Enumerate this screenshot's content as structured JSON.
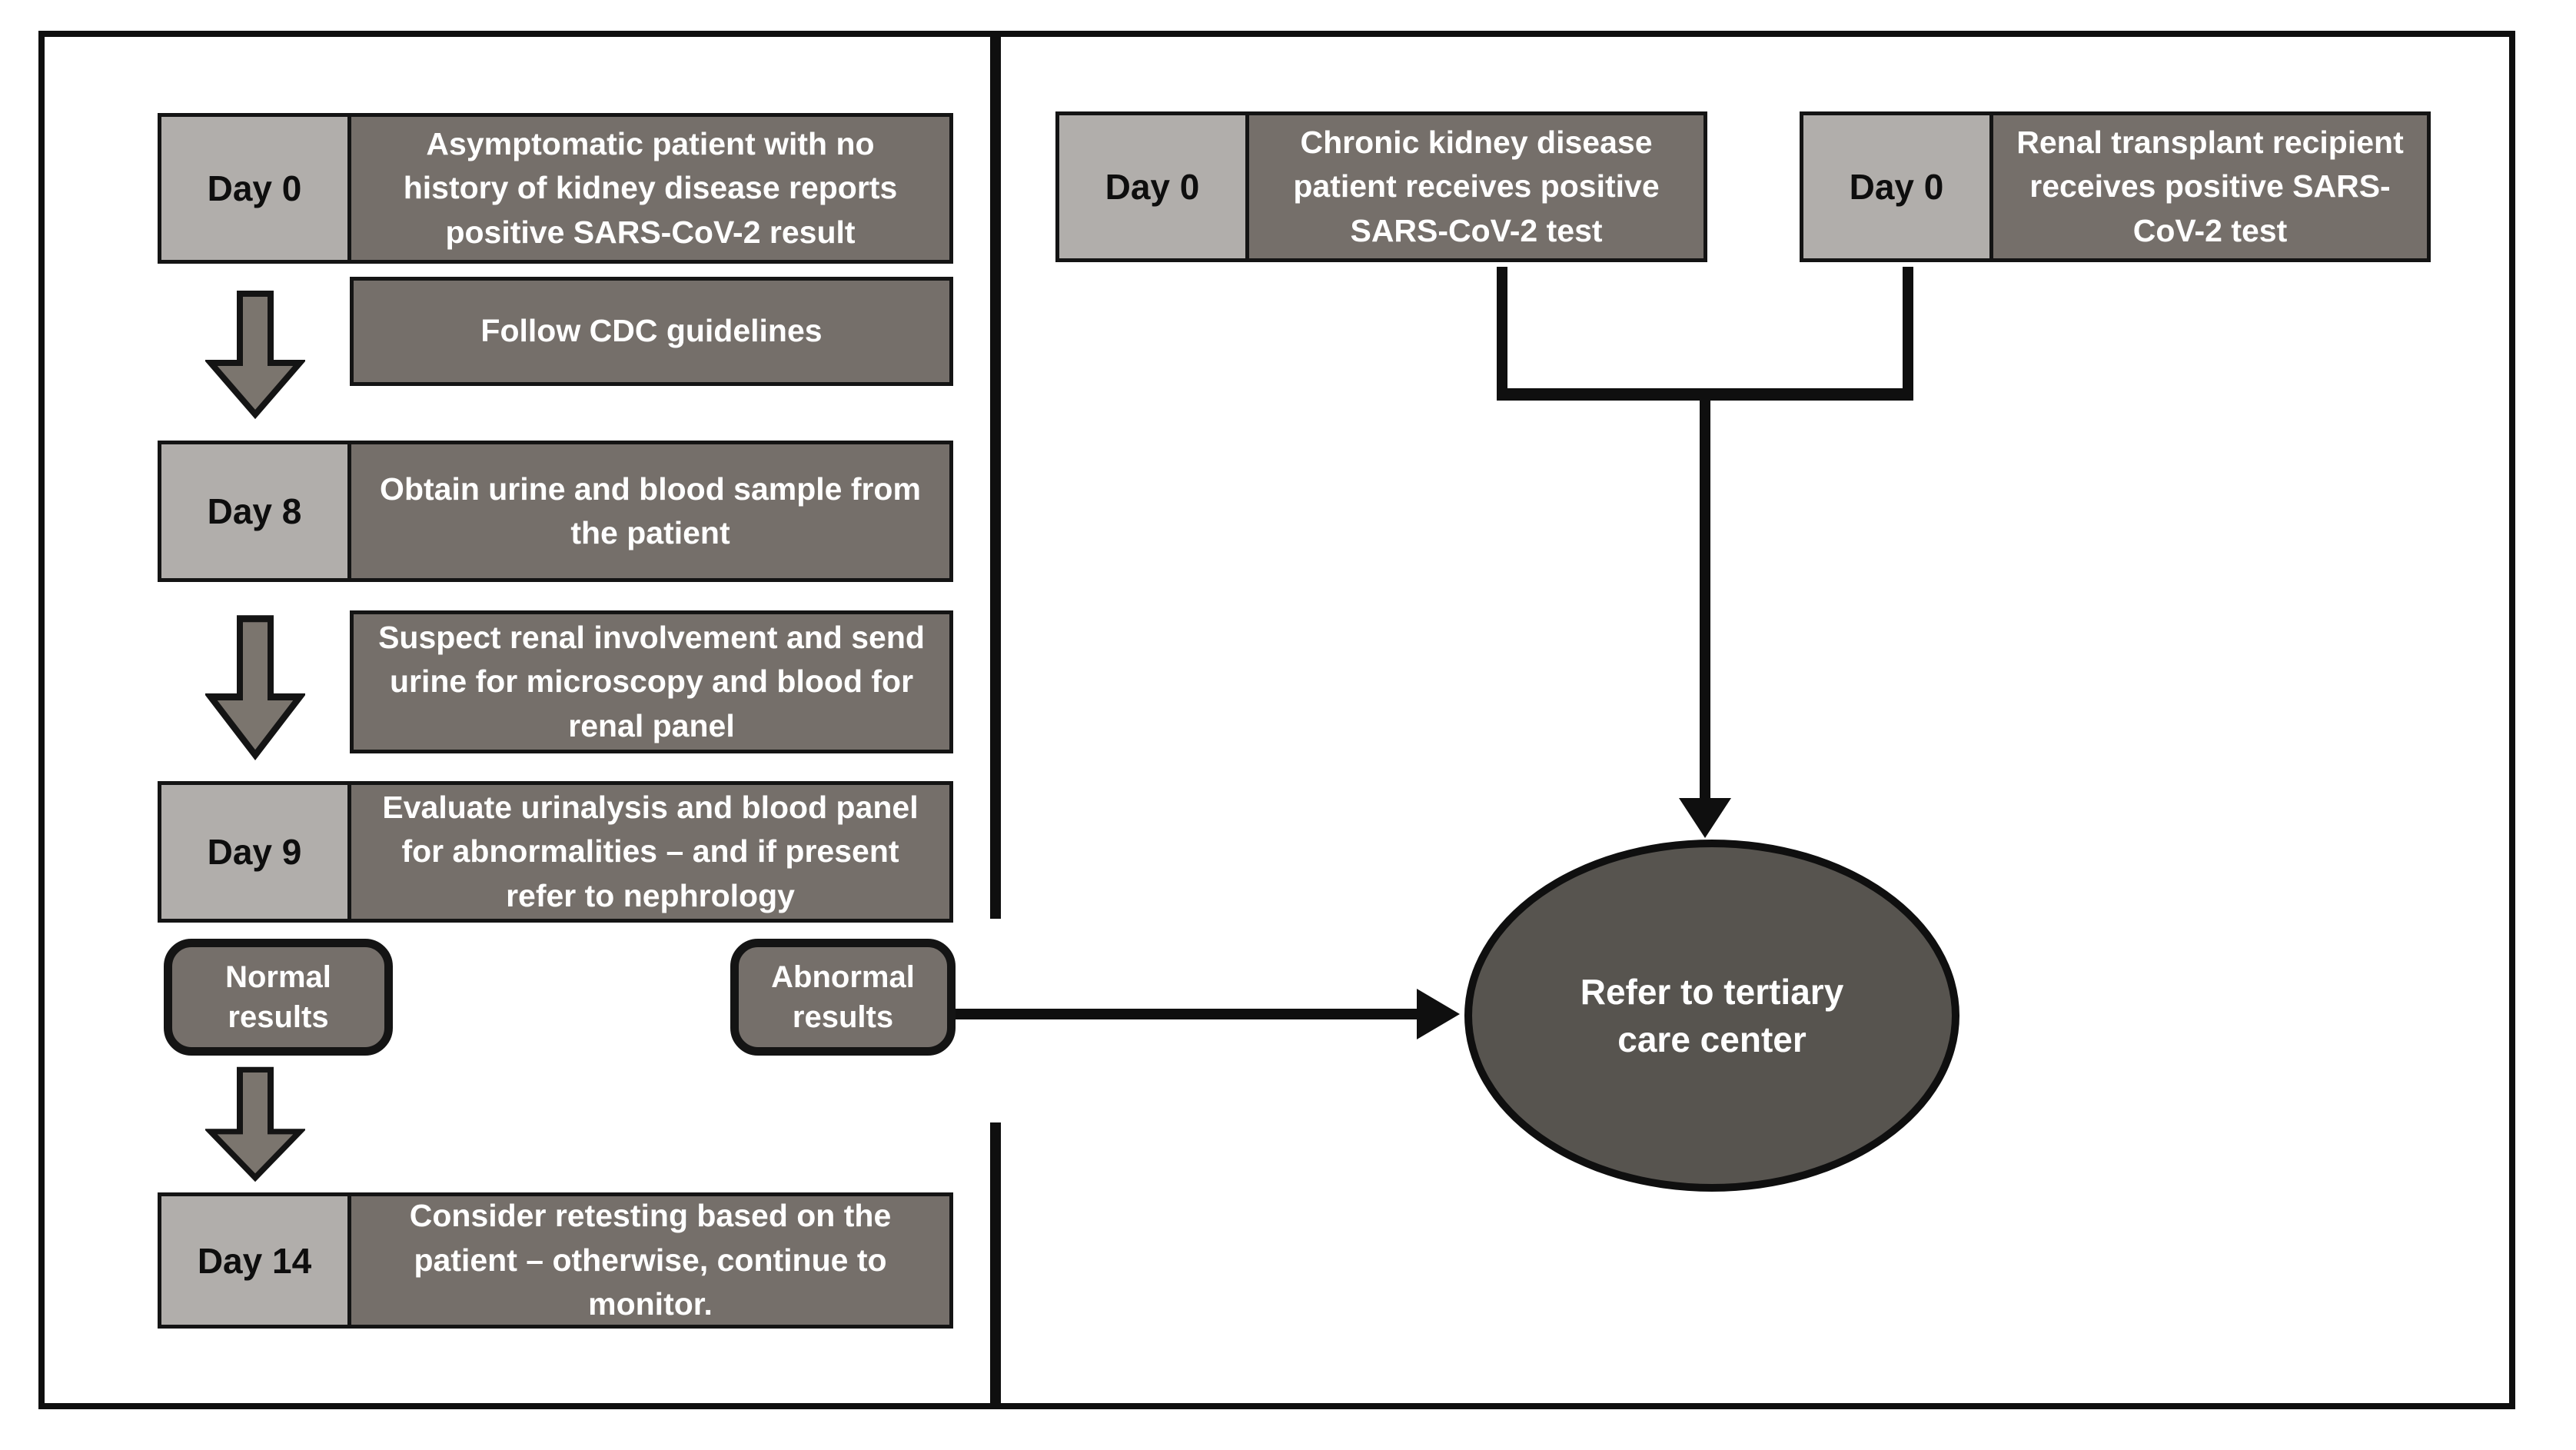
{
  "left_flow": {
    "steps": [
      {
        "day": "Day 0",
        "text": "Asymptomatic patient with no history of kidney disease reports positive SARS-CoV-2 result"
      },
      {
        "text": "Follow CDC guidelines"
      },
      {
        "day": "Day 8",
        "text": "Obtain urine and blood sample from the patient"
      },
      {
        "text": "Suspect renal involvement and send urine for microscopy and blood for renal panel"
      },
      {
        "day": "Day 9",
        "text": "Evaluate urinalysis and blood panel for abnormalities – and if present refer to nephrology"
      },
      {
        "day": "Day 14",
        "text": "Consider retesting based on the patient – otherwise, continue to monitor."
      }
    ],
    "outcomes": {
      "normal": "Normal results",
      "abnormal": "Abnormal results"
    }
  },
  "right_flow": {
    "boxes": [
      {
        "day": "Day 0",
        "text": "Chronic kidney disease patient receives positive SARS-CoV-2 test"
      },
      {
        "day": "Day 0",
        "text": "Renal transplant recipient receives positive SARS-CoV-2 test"
      }
    ],
    "terminal": "Refer to tertiary care center"
  },
  "colors": {
    "box_dark": "#756f6a",
    "box_light": "#b1aeab",
    "terminal_fill": "#57544f",
    "line_black": "#0f0f0f",
    "arrow_fill": "#7b756e",
    "text_on_dark": "#ffffff",
    "text_on_light": "#0e0e0e"
  }
}
